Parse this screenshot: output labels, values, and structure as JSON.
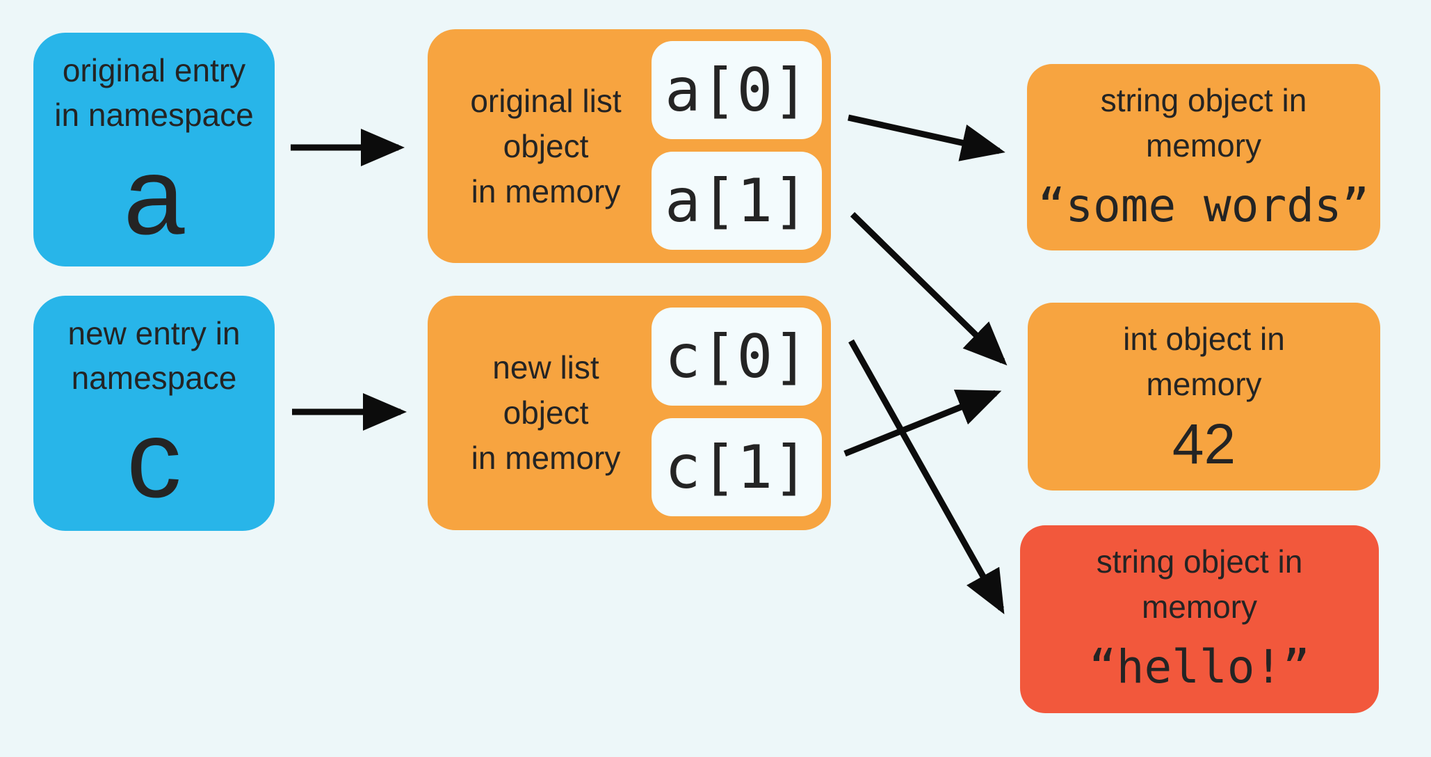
{
  "title": "list copy namespace and memory diagram",
  "colors": {
    "background": "#edf7f9",
    "namespace_box_blue": "#28b5e9",
    "list_box_orange": "#f7a440",
    "memory_box_red": "#f2583c",
    "slot_fill": "#f3fbfd",
    "arrow": "#0c0c0c",
    "text": "#242424"
  },
  "namespace_entries": [
    {
      "lines": [
        "original entry",
        "in namespace"
      ],
      "var": "a"
    },
    {
      "lines": [
        "new entry in",
        "namespace"
      ],
      "var": "c"
    }
  ],
  "list_objects": [
    {
      "lines": [
        "original list",
        "object",
        "in memory"
      ],
      "slots": [
        "a[0]",
        "a[1]"
      ]
    },
    {
      "lines": [
        "new list",
        "object",
        "in memory"
      ],
      "slots": [
        "c[0]",
        "c[1]"
      ]
    }
  ],
  "memory_objects": [
    {
      "lines": [
        "string object in",
        "memory"
      ],
      "value": "“some words”"
    },
    {
      "lines": [
        "int object in",
        "memory"
      ],
      "value": "42"
    },
    {
      "lines": [
        "string object in",
        "memory"
      ],
      "value": "“hello!”"
    }
  ],
  "arrows": [
    {
      "from": "a",
      "to": "original list object"
    },
    {
      "from": "c",
      "to": "new list object"
    },
    {
      "from": "a[0]",
      "to": "string object “some words”"
    },
    {
      "from": "a[1]",
      "to": "int object 42"
    },
    {
      "from": "c[1]",
      "to": "int object 42"
    },
    {
      "from": "c[0]",
      "to": "string object “hello!”"
    }
  ]
}
